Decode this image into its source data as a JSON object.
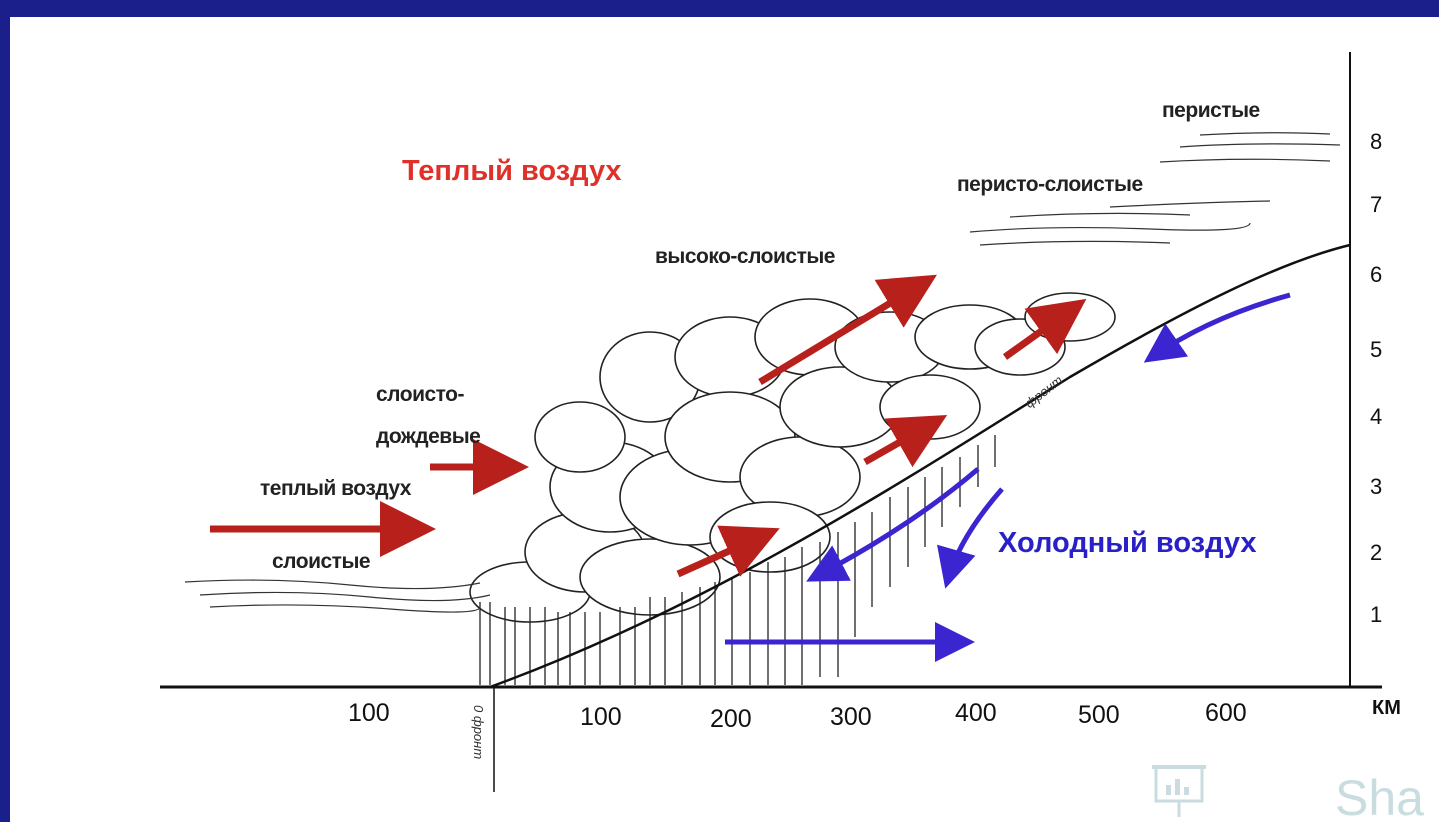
{
  "labels": {
    "warm_air_title": "Теплый воздух",
    "cold_air_title": "Холодный воздух",
    "cirrus": "перистые",
    "cirrostratus": "перисто-слоистые",
    "altostratus": "высоко-слоистые",
    "nimbostratus_line1": "слоисто-",
    "nimbostratus_line2": "дождевые",
    "warm_air_small": "теплый воздух",
    "stratus": "слоистые",
    "front": "фронт",
    "km_unit": "КМ",
    "front_zero": "0 фронт"
  },
  "height_ticks": [
    "8",
    "7",
    "6",
    "5",
    "4",
    "3",
    "2",
    "1"
  ],
  "distance_ticks": [
    "100",
    "100",
    "200",
    "300",
    "400",
    "500",
    "600"
  ],
  "watermark": "Sha",
  "colors": {
    "background_frame": "#1a1f8c",
    "warm_label": "#e0302a",
    "cold_label": "#2a20c8",
    "warm_arrow": "#b8201c",
    "cold_arrow": "#3a25d0"
  },
  "icons": [
    "presentation-board-icon"
  ]
}
